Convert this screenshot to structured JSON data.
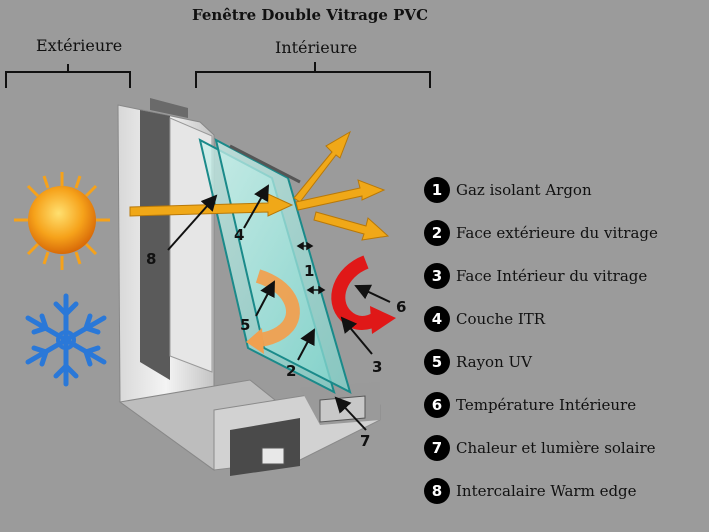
{
  "title": "Fenêtre Double Vitrage PVC",
  "labels": {
    "exterior": "Extérieure",
    "interior": "Intérieure"
  },
  "legend": [
    {
      "num": "1",
      "text": "Gaz  isolant Argon"
    },
    {
      "num": "2",
      "text": "Face extérieure du vitrage"
    },
    {
      "num": "3",
      "text": "Face Intérieur du vitrage"
    },
    {
      "num": "4",
      "text": "Couche ITR"
    },
    {
      "num": "5",
      "text": "Rayon UV"
    },
    {
      "num": "6",
      "text": "Température Intérieure"
    },
    {
      "num": "7",
      "text": "Chaleur et lumière  solaire"
    },
    {
      "num": "8",
      "text": "Intercalaire Warm edge"
    }
  ],
  "callouts": [
    "1",
    "2",
    "3",
    "4",
    "5",
    "6",
    "7",
    "8"
  ],
  "colors": {
    "background": "#9b9b9b",
    "sun": "#f6a21a",
    "snowflake": "#2a78d8",
    "heat_arrow": "#e01818",
    "light_arrow": "#f0a818",
    "glass": "#8ee0d8"
  },
  "icons": {
    "sun": "sun-icon",
    "snow": "snowflake-icon"
  }
}
